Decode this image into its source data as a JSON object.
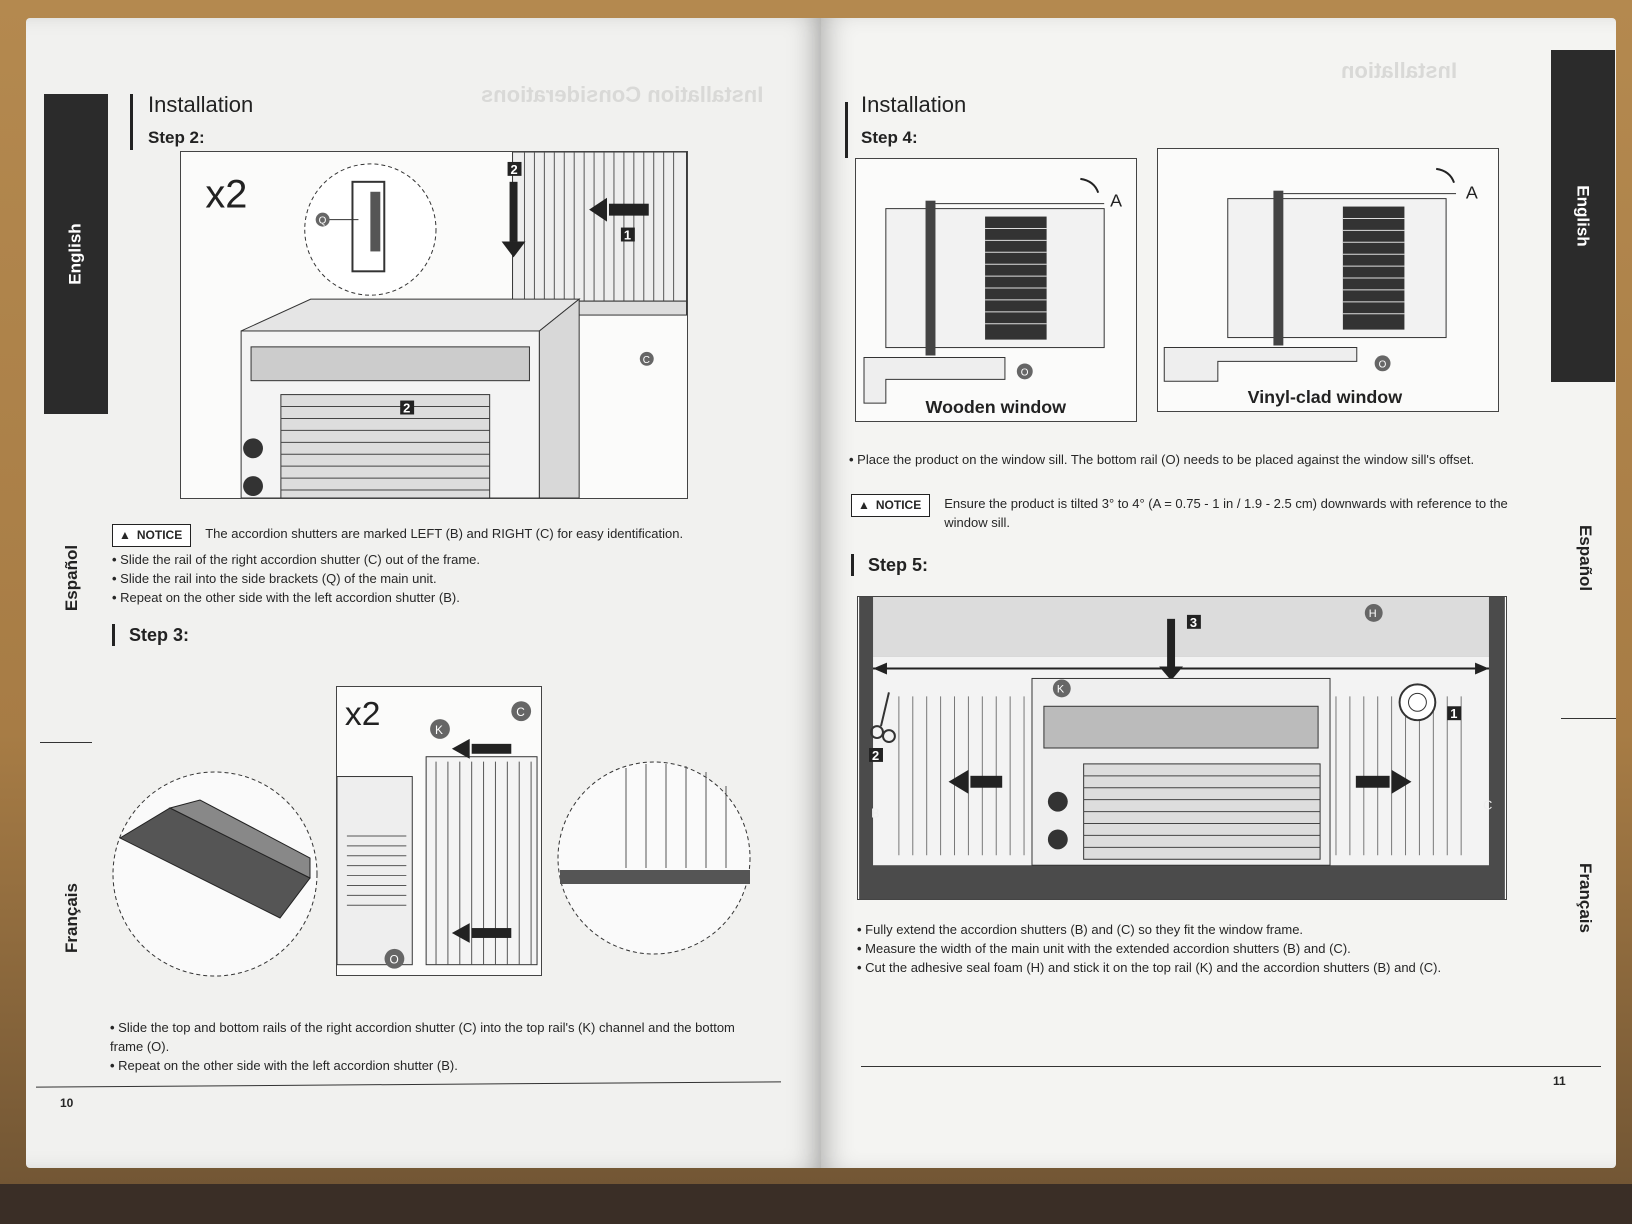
{
  "left_page": {
    "tabs": {
      "active": "English",
      "second": "Español",
      "third": "Français"
    },
    "section_title": "Installation",
    "step2": {
      "title": "Step 2:",
      "figure": {
        "multiplier": "x2",
        "callouts": [
          "2",
          "1",
          "2"
        ],
        "parts": [
          "Q",
          "C"
        ]
      },
      "notice_label": "NOTICE",
      "notice_text": "The accordion shutters are marked LEFT (B) and RIGHT (C) for easy identification.",
      "bullets": [
        "Slide the rail of the right accordion shutter (C) out of the frame.",
        "Slide the rail into the side brackets (Q) of the main unit.",
        "Repeat on the other side with the left accordion shutter (B)."
      ]
    },
    "step3": {
      "title": "Step 3:",
      "figure": {
        "multiplier": "x2",
        "parts": [
          "K",
          "C",
          "O"
        ]
      },
      "bullets": [
        "Slide the top and bottom rails of the right accordion shutter (C) into the top rail's (K) channel and the bottom frame (O).",
        "Repeat on the other side with the left accordion shutter (B)."
      ]
    },
    "page_number": "10"
  },
  "right_page": {
    "tabs": {
      "active": "English",
      "second": "Español",
      "third": "Français"
    },
    "section_title": "Installation",
    "step4": {
      "title": "Step 4:",
      "figures": [
        {
          "caption": "Wooden window",
          "angle_label": "A",
          "part": "O"
        },
        {
          "caption": "Vinyl-clad window",
          "angle_label": "A",
          "part": "O"
        }
      ],
      "bullet": "Place the product on the window sill. The bottom rail (O) needs to be placed against the window sill's offset.",
      "notice_label": "NOTICE",
      "notice_text": "Ensure the product is tilted 3° to 4° (A = 0.75 - 1 in / 1.9 - 2.5 cm) downwards with reference to the window sill."
    },
    "step5": {
      "title": "Step 5:",
      "figure": {
        "callouts": [
          "3",
          "2",
          "1"
        ],
        "parts": [
          "H",
          "K",
          "B",
          "C"
        ]
      },
      "bullets": [
        "Fully extend the accordion shutters (B) and (C) so they fit the window frame.",
        "Measure the width of the main unit with the extended accordion shutters (B) and (C).",
        "Cut the adhesive seal foam (H) and stick it on the top rail (K) and the accordion shutters (B) and (C)."
      ]
    },
    "page_number": "11"
  },
  "colors": {
    "page": "#f1f1ef",
    "ink": "#262626",
    "tab": "#2b2b2b",
    "table": "#a77c45"
  }
}
